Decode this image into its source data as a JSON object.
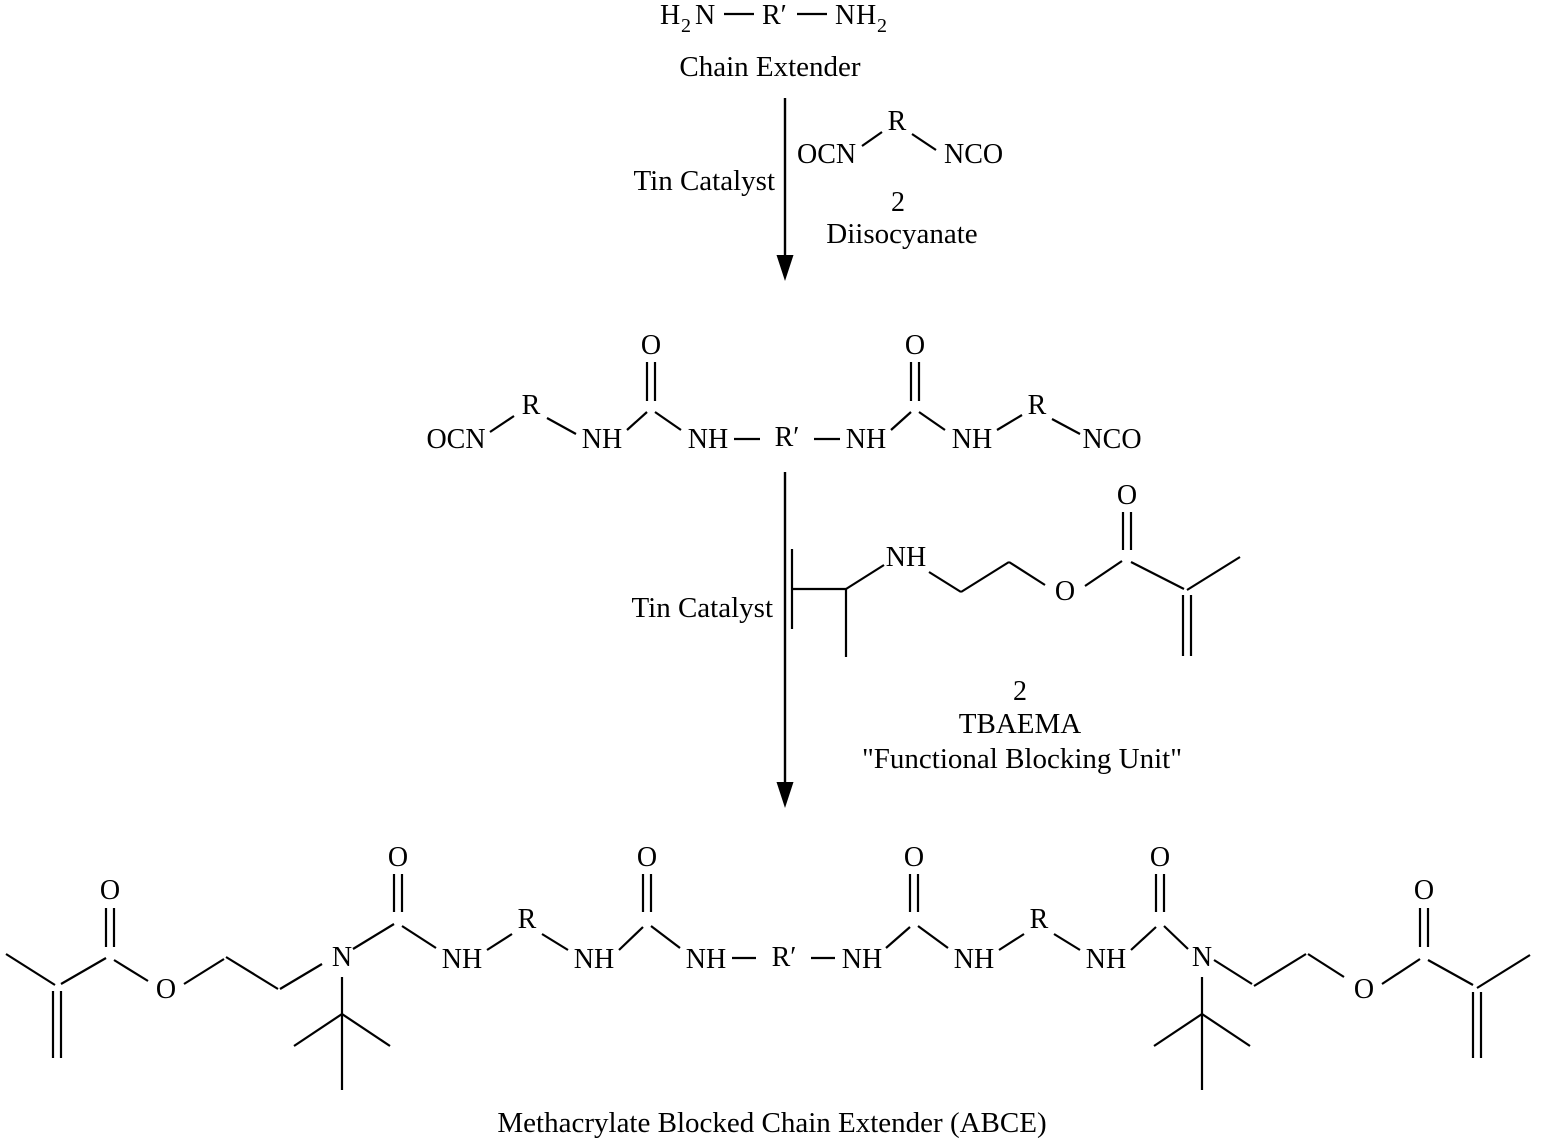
{
  "page": {
    "background": "#ffffff",
    "ink": "#000000"
  },
  "atoms": {
    "h": "H",
    "two_sub": "2",
    "n": "N",
    "nh": "NH",
    "o": "O",
    "r": "R",
    "r_prime": "R′",
    "ocn": "OCN",
    "nco": "NCO"
  },
  "scheme": {
    "reactant": {
      "caption": "Chain Extender"
    },
    "step1": {
      "catalyst": "Tin Catalyst",
      "equivalents": "2",
      "reagent_name": "Diisocyanate"
    },
    "step2": {
      "catalyst": "Tin Catalyst",
      "equivalents": "2",
      "reagent_name": "TBAEMA",
      "reagent_role": "\"Functional Blocking Unit\""
    },
    "product": {
      "caption": "Methacrylate Blocked Chain Extender (ABCE)"
    }
  }
}
